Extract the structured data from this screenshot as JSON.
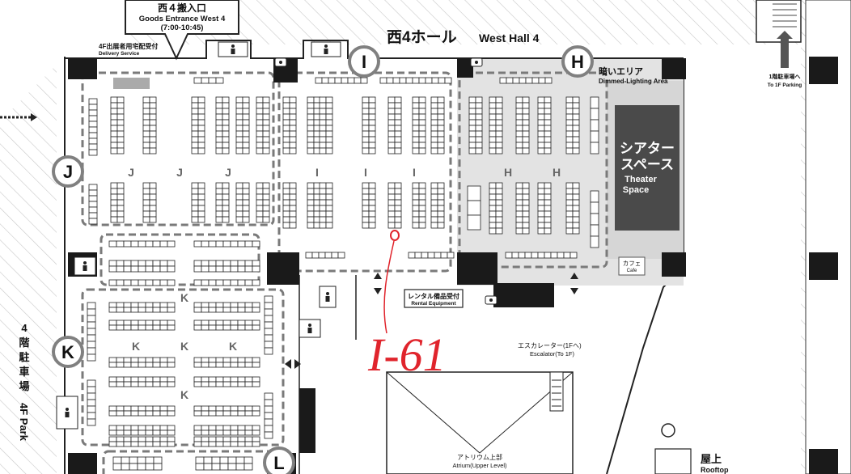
{
  "hall": {
    "jp": "西4ホール",
    "en": "West Hall 4"
  },
  "goods_entrance": {
    "jp": "西４搬入口",
    "en": "Goods Entrance West 4",
    "time": "(7:00-10:45)"
  },
  "delivery": {
    "jp": "4F出展者用宅配受付",
    "en": "Delivery Service"
  },
  "dimmed": {
    "jp": "暗いエリア",
    "en": "Dimmed-Lighting Area"
  },
  "theater": {
    "jp1": "シアター",
    "jp2": "スペース",
    "en1": "Theater",
    "en2": "Space"
  },
  "cafe": {
    "jp": "カフェ",
    "en": "Cafe"
  },
  "rental": {
    "jp": "レンタル備品受付",
    "en": "Rental Equipment"
  },
  "escalator": {
    "jp": "エスカレーター(1Fへ)",
    "en": "Escalator(To 1F)"
  },
  "atrium": {
    "jp": "アトリウム上部",
    "en": "Atrium(Upper Level)"
  },
  "rooftop": {
    "jp": "屋上",
    "en": "Rooftop"
  },
  "parking_1f": {
    "jp": "1階駐車場へ",
    "en": "To 1F Parking"
  },
  "parking_4f": {
    "jp": [
      "4",
      "階",
      "駐",
      "車",
      "場"
    ],
    "en": "4F Park"
  },
  "areas": {
    "i": "I",
    "h": "H",
    "j": "J",
    "k": "K",
    "l": "L"
  },
  "annotation": {
    "text": "I-61",
    "color": "#e0242c"
  },
  "colors": {
    "area_badge": "#808080",
    "dimmed_bg": "#e3e3e3",
    "theater": "#4a4a4a",
    "booth_border": "#222222"
  }
}
